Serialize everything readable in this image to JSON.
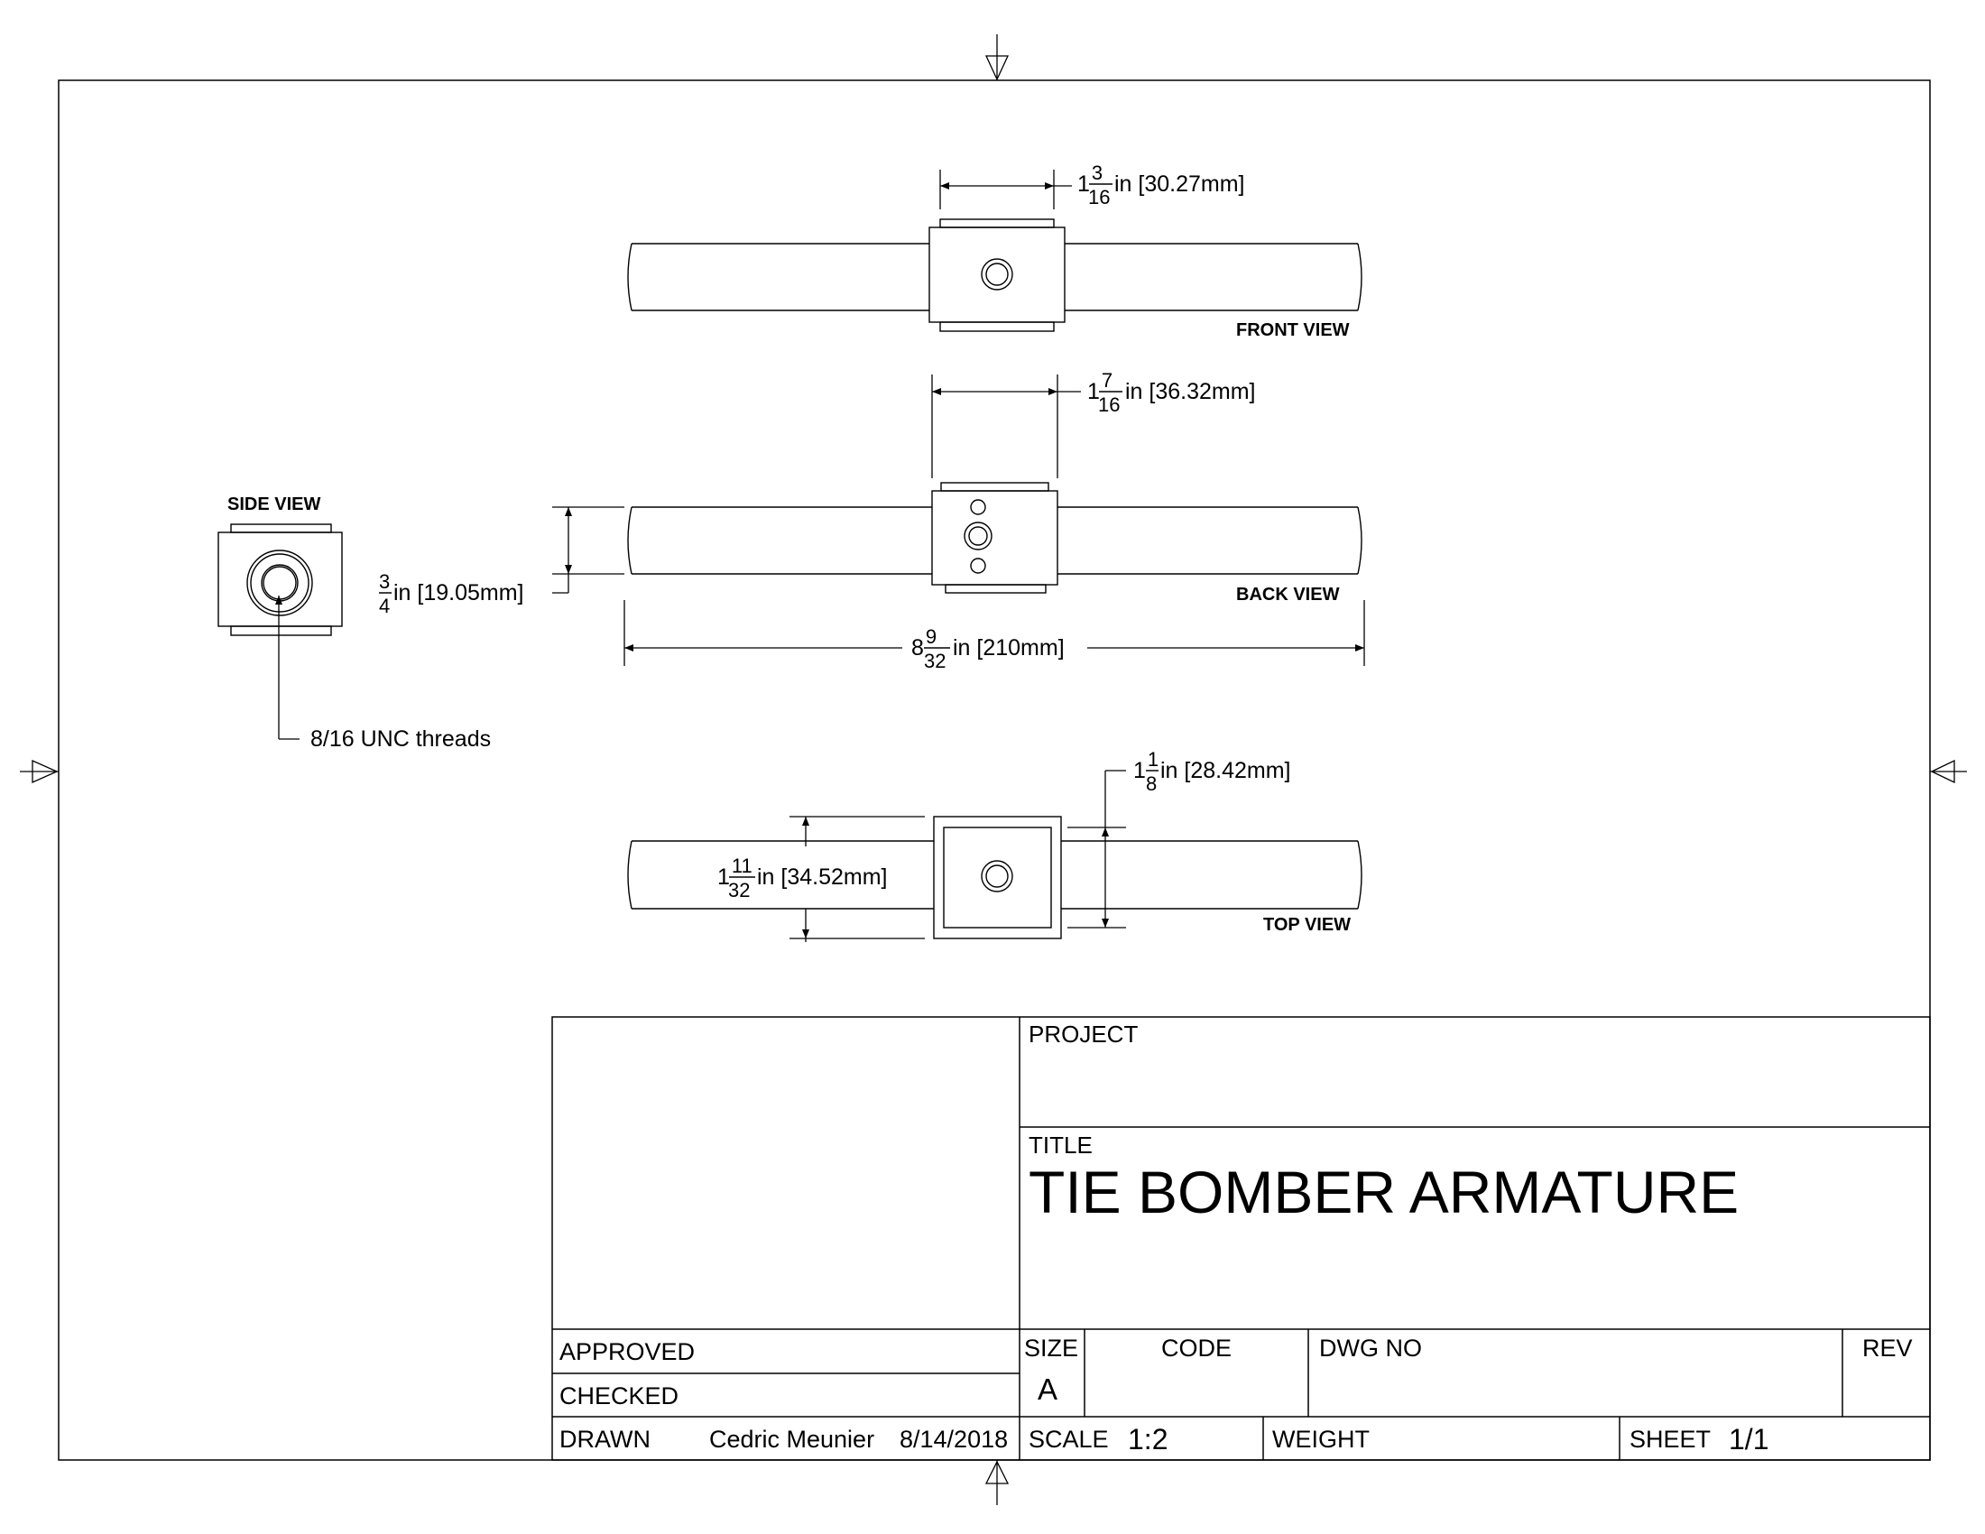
{
  "views": {
    "front": "FRONT VIEW",
    "back": "BACK VIEW",
    "side": "SIDE VIEW",
    "top": "TOP VIEW"
  },
  "dimensions": {
    "front_width": {
      "whole": "1",
      "num": "3",
      "den": "16",
      "suffix": "in [30.27mm]"
    },
    "back_width": {
      "whole": "1",
      "num": "7",
      "den": "16",
      "suffix": "in [36.32mm]"
    },
    "bar_height": {
      "whole": "",
      "num": "3",
      "den": "4",
      "suffix": "in [19.05mm]"
    },
    "overall_length": {
      "whole": "8",
      "num": "9",
      "den": "32",
      "suffix": "in [210mm]"
    },
    "top_right": {
      "whole": "1",
      "num": "1",
      "den": "8",
      "suffix": "in [28.42mm]"
    },
    "top_left": {
      "whole": "1",
      "num": "11",
      "den": "32",
      "suffix": "in [34.52mm]"
    }
  },
  "notes": {
    "threads": "8/16 UNC threads"
  },
  "title_block": {
    "project_label": "PROJECT",
    "title_label": "TITLE",
    "title": "TIE BOMBER ARMATURE",
    "approved_label": "APPROVED",
    "checked_label": "CHECKED",
    "drawn_label": "DRAWN",
    "drawn_by": "Cedric Meunier",
    "drawn_date": "8/14/2018",
    "size_label": "SIZE",
    "size": "A",
    "code_label": "CODE",
    "dwg_no_label": "DWG NO",
    "rev_label": "REV",
    "scale_label": "SCALE",
    "scale": "1:2",
    "weight_label": "WEIGHT",
    "sheet_label": "SHEET",
    "sheet": "1/1"
  }
}
